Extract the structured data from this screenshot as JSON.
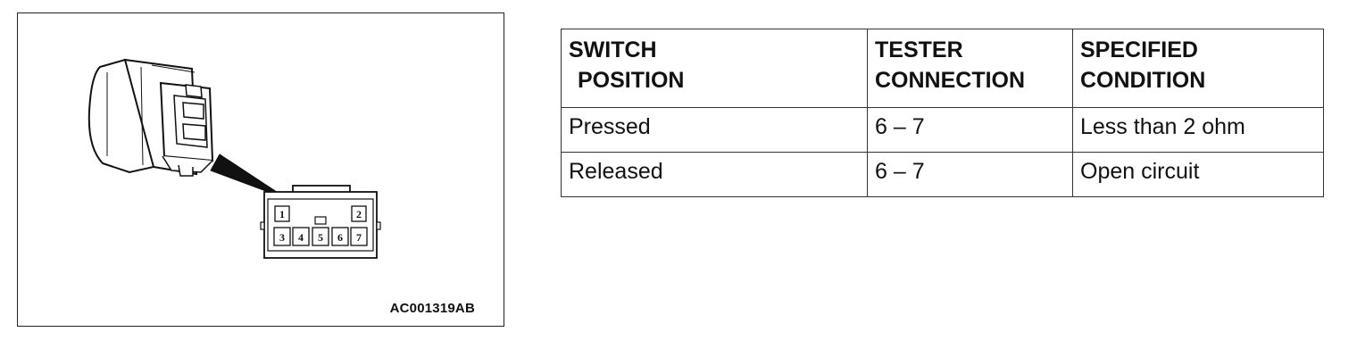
{
  "figure": {
    "code": "AC001319AB",
    "pin_labels": [
      "1",
      "2",
      "3",
      "4",
      "5",
      "6",
      "7"
    ]
  },
  "table": {
    "headers": [
      {
        "line1": "SWITCH",
        "line2": "POSITION"
      },
      {
        "line1": "TESTER",
        "line2": "CONNECTION"
      },
      {
        "line1": "SPECIFIED",
        "line2": "CONDITION"
      }
    ],
    "rows": [
      [
        "Pressed",
        "6 – 7",
        "Less than 2 ohm"
      ],
      [
        "Released",
        "6 – 7",
        "Open circuit"
      ]
    ]
  }
}
